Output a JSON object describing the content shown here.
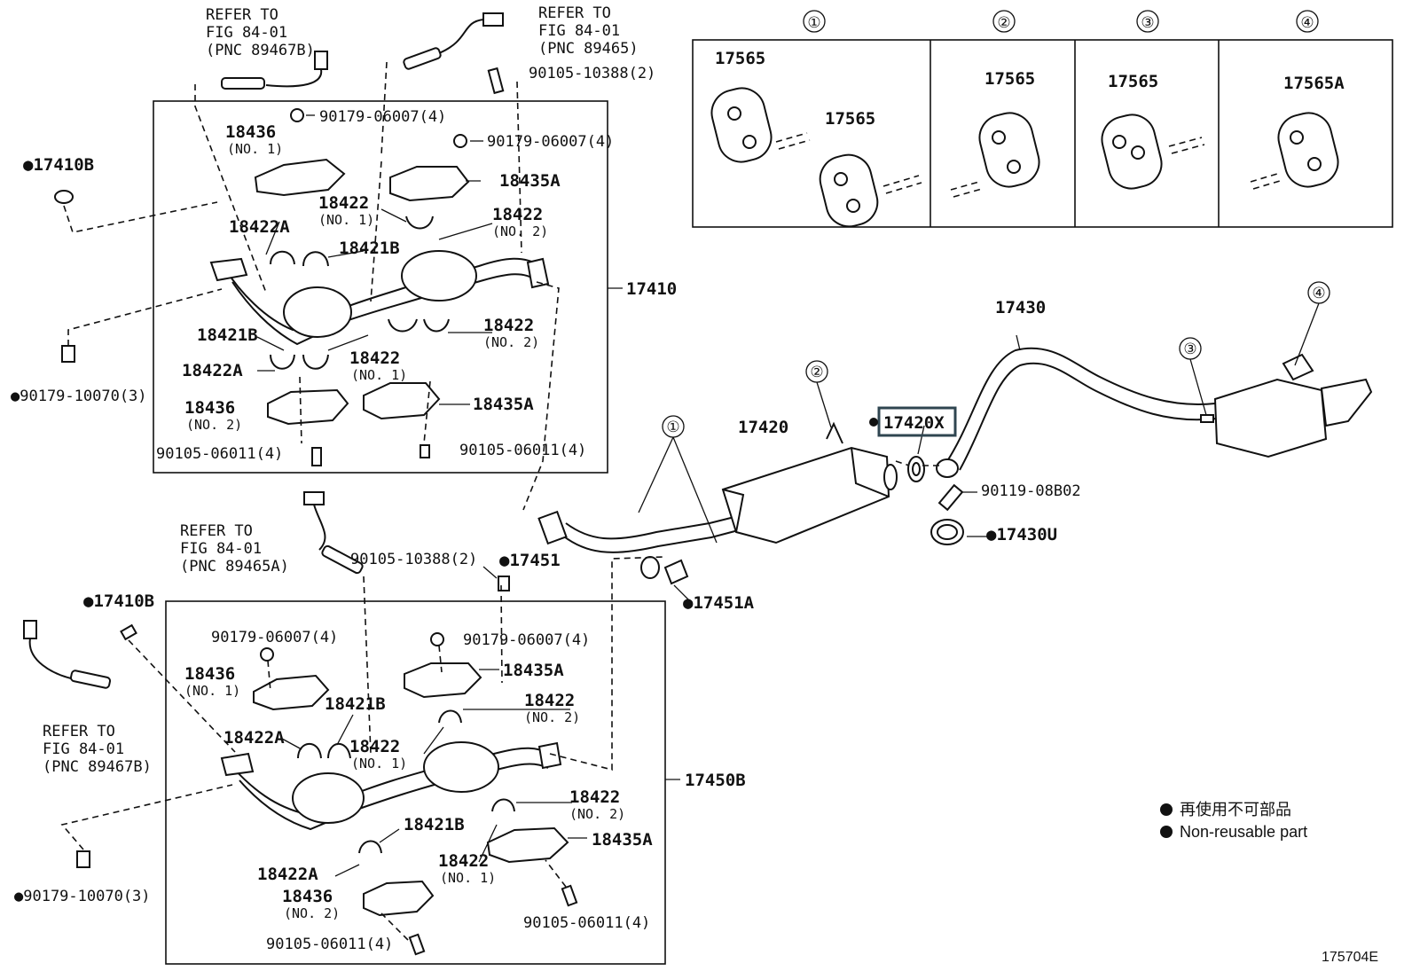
{
  "diagram": {
    "id": "175704E",
    "legend": {
      "jp": "再使用不可部品",
      "en": "Non-reusable part"
    },
    "highlight": {
      "label": "17420X",
      "color": "#2f4550"
    },
    "refs": [
      {
        "lines": [
          "REFER TO",
          "FIG 84-01",
          "(PNC 89467B)"
        ]
      },
      {
        "lines": [
          "REFER TO",
          "FIG 84-01",
          "(PNC 89465)"
        ]
      },
      {
        "lines": [
          "REFER TO",
          "FIG 84-01",
          "(PNC 89465A)"
        ]
      },
      {
        "lines": [
          "REFER TO",
          "FIG 84-01",
          "(PNC 89467B)"
        ]
      }
    ],
    "mount_panel": {
      "headers": [
        "①",
        "②",
        "③",
        "④"
      ],
      "labels": [
        "17565",
        "17565",
        "17565",
        "17565",
        "17565A"
      ]
    },
    "callouts": [
      "①",
      "②",
      "③",
      "④"
    ],
    "labels": {
      "p17410B_a": "●17410B",
      "p17410B_b": "●17410B",
      "p17410": "17410",
      "p17450B": "17450B",
      "p90179_10070_a": "●90179-10070(3)",
      "p90179_10070_b": "●90179-10070(3)",
      "p90179_06007_a": "90179-06007(4)",
      "p90179_06007_b": "90179-06007(4)",
      "p90179_06007_c": "90179-06007(4)",
      "p90179_06007_d": "90179-06007(4)",
      "p90105_10388_a": "90105-10388(2)",
      "p90105_10388_b": "90105-10388(2)",
      "p90105_06011_a": "90105-06011(4)",
      "p90105_06011_b": "90105-06011(4)",
      "p90105_06011_c": "90105-06011(4)",
      "p90105_06011_d": "90105-06011(4)",
      "p18436_a": "18436",
      "p18436_b": "18436",
      "p18436_c": "18436",
      "p18436_d": "18436",
      "p18435A_a": "18435A",
      "p18435A_b": "18435A",
      "p18435A_c": "18435A",
      "p18435A_d": "18435A",
      "p18422_a": "18422",
      "p18422_b": "18422",
      "p18422_c": "18422",
      "p18422_d": "18422",
      "p18422_e": "18422",
      "p18422_f": "18422",
      "p18422_g": "18422",
      "p18422_h": "18422",
      "p18422A_a": "18422A",
      "p18422A_b": "18422A",
      "p18422A_c": "18422A",
      "p18422A_d": "18422A",
      "p18421B_a": "18421B",
      "p18421B_b": "18421B",
      "p18421B_c": "18421B",
      "p18421B_d": "18421B",
      "p17451": "●17451",
      "p17451A": "●17451A",
      "p17420": "17420",
      "p17430": "17430",
      "p90119": "90119-08B02",
      "p17430U": "●17430U"
    },
    "subs": {
      "no1": "(NO. 1)",
      "no2": "(NO. 2)"
    }
  }
}
